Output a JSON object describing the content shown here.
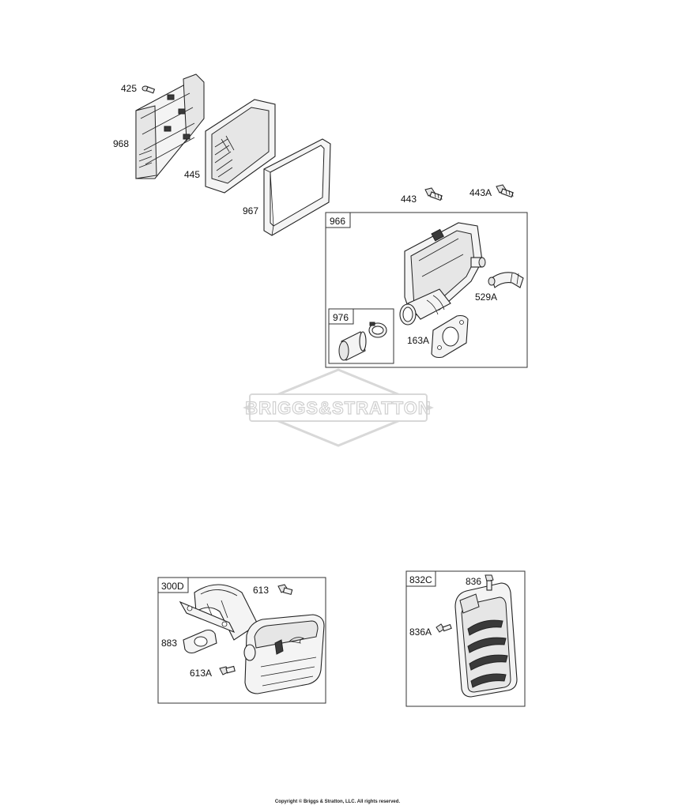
{
  "parts": {
    "p425": "425",
    "p968": "968",
    "p445": "445",
    "p967": "967",
    "p443": "443",
    "p443A": "443A",
    "p966": "966",
    "p529A": "529A",
    "p976": "976",
    "p163A": "163A",
    "p300D": "300D",
    "p613": "613",
    "p883": "883",
    "p613A": "613A",
    "p832C": "832C",
    "p836": "836",
    "p836A": "836A"
  },
  "watermark": "BRIGGS&STRATTON",
  "copyright": "Copyright © Briggs & Stratton, LLC. All rights reserved."
}
